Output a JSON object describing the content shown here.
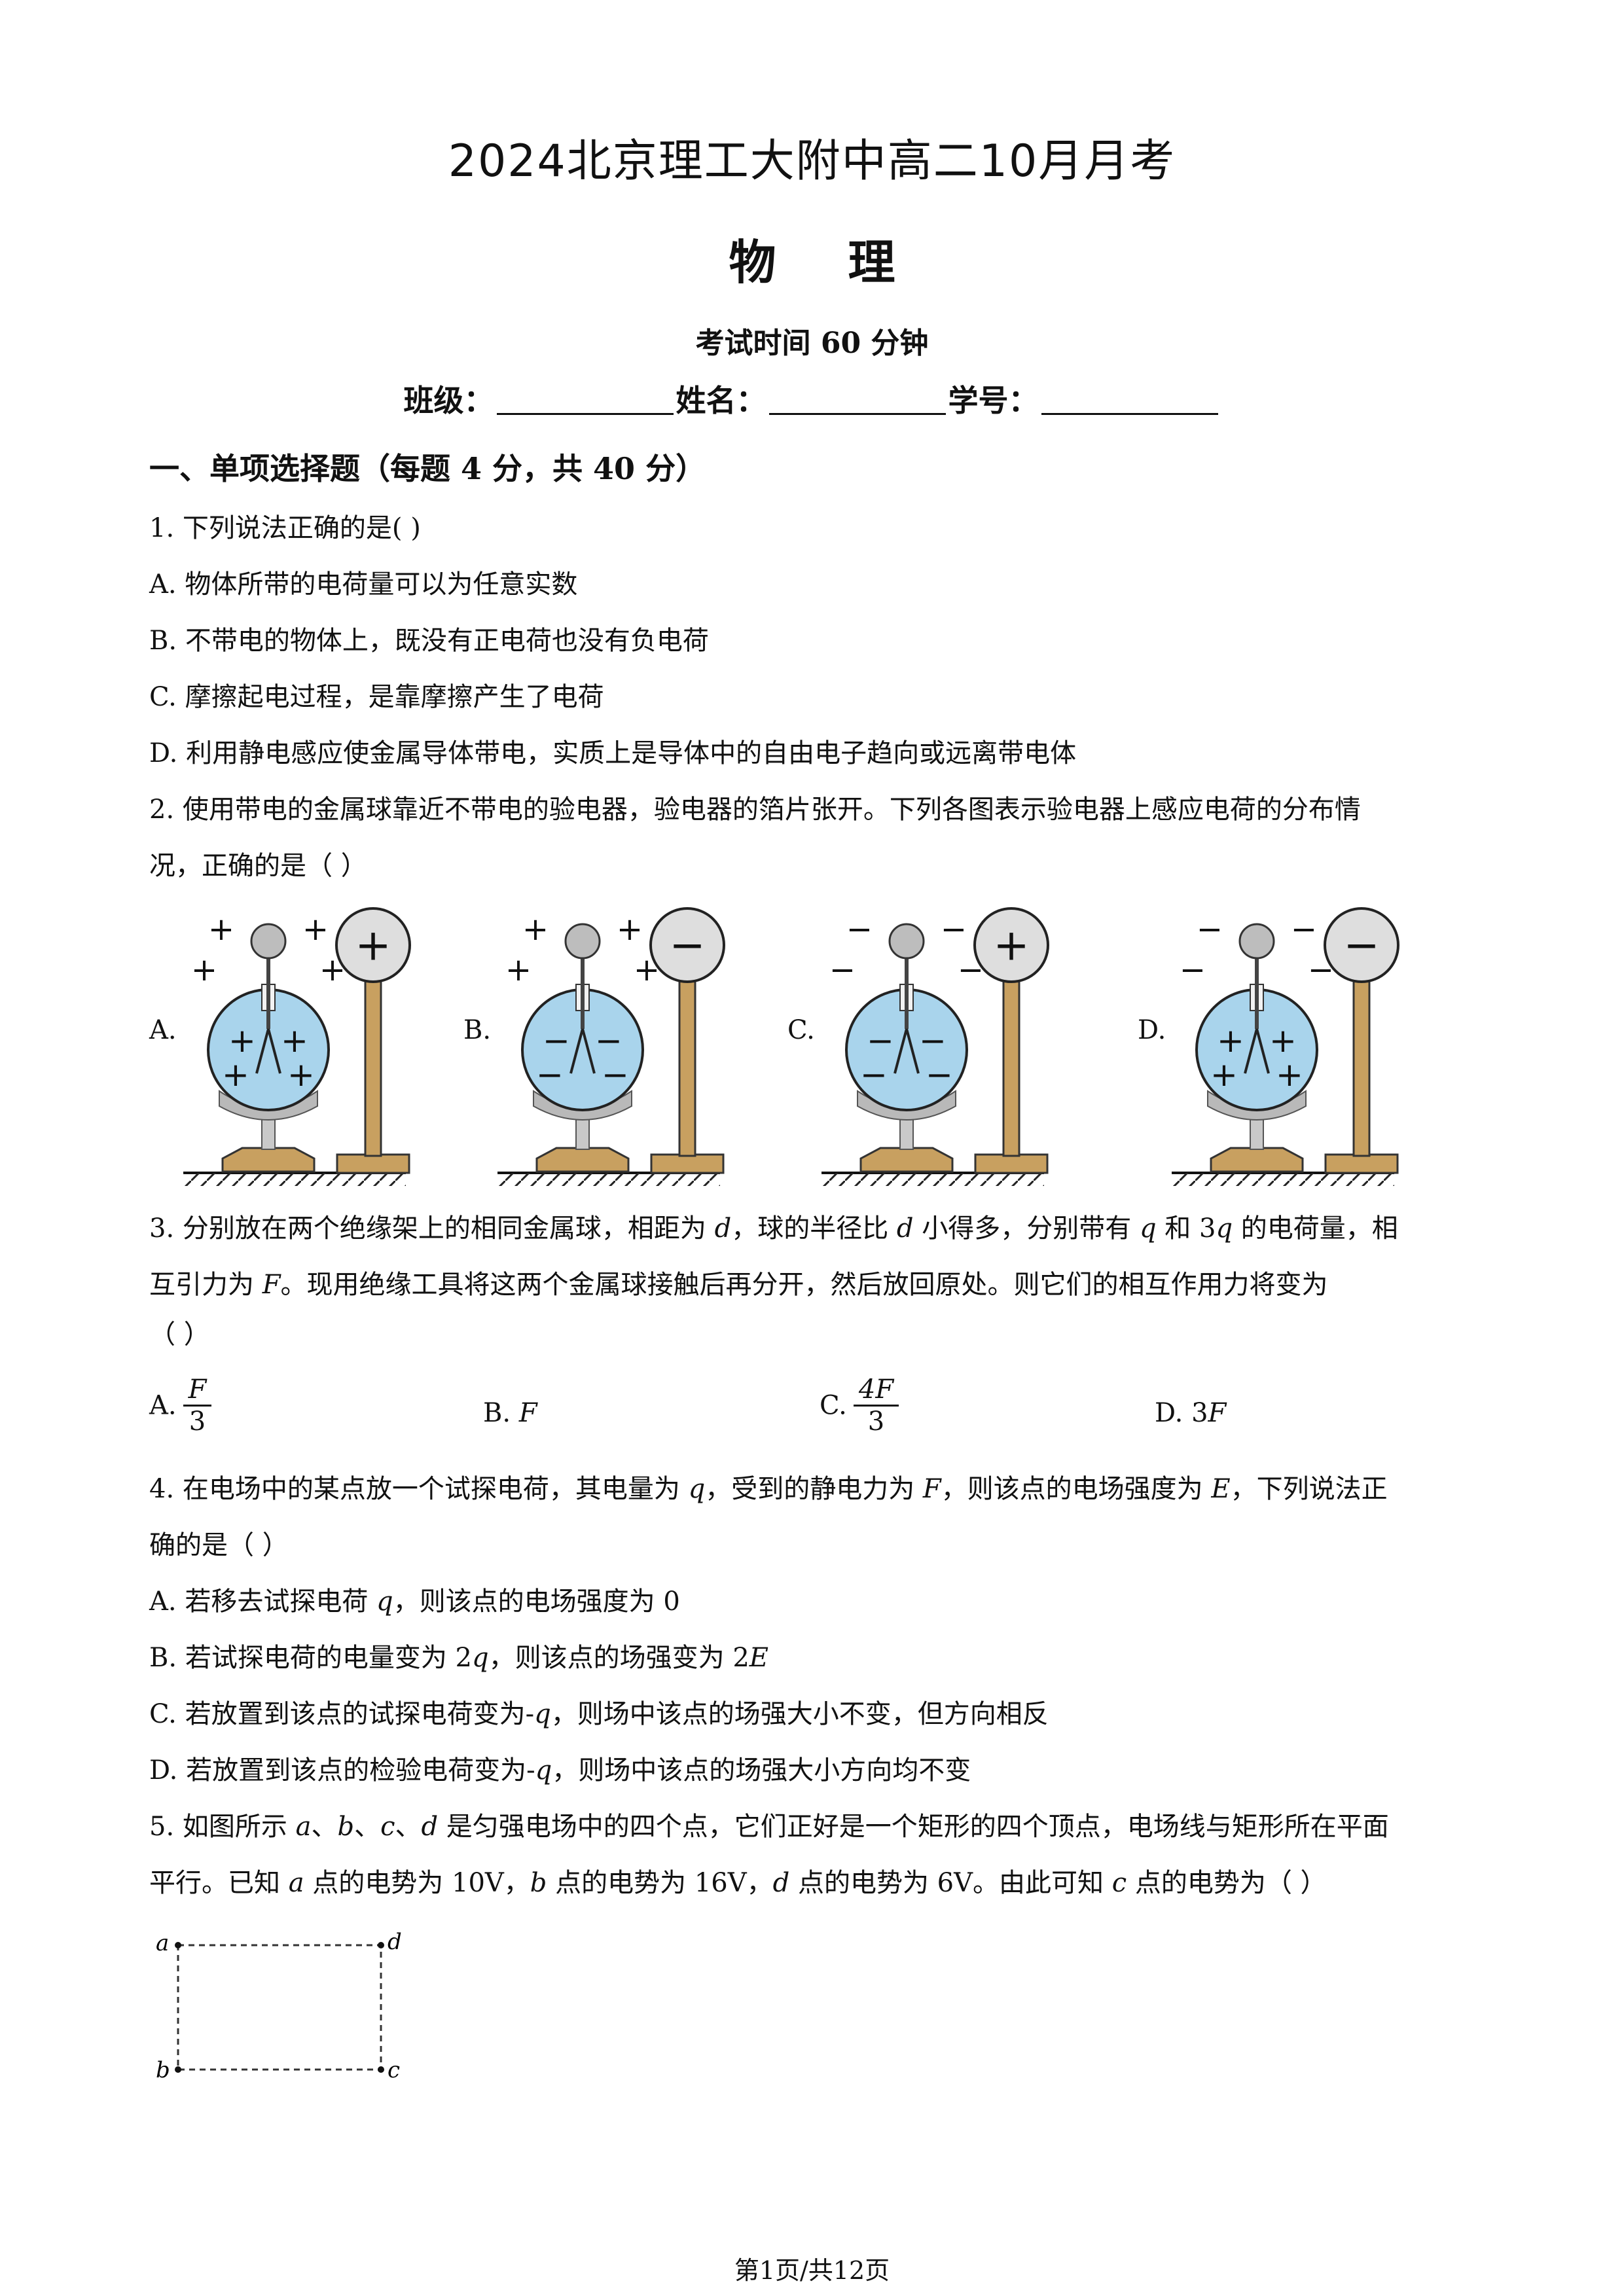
{
  "header": {
    "title": "2024北京理工大附中高二10月月考",
    "subject": "物理",
    "duration": "考试时间 60 分钟",
    "class_label": "班级：",
    "name_label": "姓名：",
    "id_label": "学号："
  },
  "section_1": {
    "heading": "一、单项选择题（每题 4 分，共 40 分）"
  },
  "q1": {
    "stem": "1. 下列说法正确的是(        )",
    "a": "A. 物体所带的电荷量可以为任意实数",
    "b": "B. 不带电的物体上，既没有正电荷也没有负电荷",
    "c": "C. 摩擦起电过程，是靠摩擦产生了电荷",
    "d": "D. 利用静电感应使金属导体带电，实质上是导体中的自由电子趋向或远离带电体"
  },
  "q2": {
    "stem_1": "2. 使用带电的金属球靠近不带电的验电器，验电器的箔片张开。下列各图表示验电器上感应电荷的分布情",
    "stem_2": "况，正确的是（        ）",
    "labels": [
      "A.",
      "B.",
      "C.",
      "D."
    ],
    "figures": [
      {
        "ball_sign": "+",
        "top_sign": "+",
        "inner_sign": "+"
      },
      {
        "ball_sign": "−",
        "top_sign": "+",
        "inner_sign": "−"
      },
      {
        "ball_sign": "+",
        "top_sign": "−",
        "inner_sign": "−"
      },
      {
        "ball_sign": "−",
        "top_sign": "−",
        "inner_sign": "+"
      }
    ]
  },
  "q3": {
    "stem_1a": "3. 分别放在两个绝缘架上的相同金属球，相距为 ",
    "d": "d",
    "stem_1b": "，球的半径比 ",
    "stem_1c": " 小得多，分别带有 ",
    "q": "q",
    "stem_1d": " 和 3",
    "stem_1e": " 的电荷量，相",
    "stem_2a": "互引力为 ",
    "F": "F",
    "stem_2b": "。现用绝缘工具将这两个金属球接触后再分开，然后放回原处。则它们的相互作用力将变为",
    "stem_3": "（        ）",
    "a_label": "A.",
    "a_num": "F",
    "a_den": "3",
    "b_label": "B. ",
    "b_val": "F",
    "c_label": "C.",
    "c_num": "4F",
    "c_den": "3",
    "d_label": "D. 3",
    "d_val": "F"
  },
  "q4": {
    "stem_1a": "4. 在电场中的某点放一个试探电荷，其电量为 ",
    "q": "q",
    "stem_1b": "，受到的静电力为 ",
    "F": "F",
    "stem_1c": "，则该点的电场强度为 ",
    "E": "E",
    "stem_1d": "，下列说法正",
    "stem_2": "确的是（        ）",
    "a_text": "A. 若移去试探电荷 ",
    "a_tail": "，则该点的电场强度为 0",
    "b_text": "B. 若试探电荷的电量变为 2",
    "b_mid": "，则该点的场强变为 2",
    "c_text": "C. 若放置到该点的试探电荷变为-",
    "c_tail": "，则场中该点的场强大小不变，但方向相反",
    "d_text": "D. 若放置到该点的检验电荷变为-",
    "d_tail": "，则场中该点的场强大小方向均不变"
  },
  "q5": {
    "s1": "5. 如图所示 ",
    "a": "a",
    "sep": "、",
    "b": "b",
    "c": "c",
    "d": "d",
    "s2": " 是匀强电场中的四个点，它们正好是一个矩形的四个顶点，电场线与矩形所在平面",
    "s3": "平行。已知 ",
    "s4": " 点的电势为 10V，",
    "s5": " 点的电势为 16V，",
    "s6": " 点的电势为 6V。由此可知 ",
    "s7": " 点的电势为（        ）"
  },
  "footer": {
    "page": "第1页/共12页"
  }
}
